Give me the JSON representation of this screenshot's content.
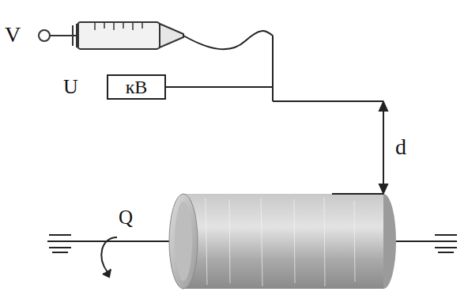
{
  "diagram": {
    "nodes": [
      {
        "text": [
          "кВ"
        ]
      }
    ],
    "labels": [
      "V",
      "U",
      "d",
      "Q"
    ]
  }
}
